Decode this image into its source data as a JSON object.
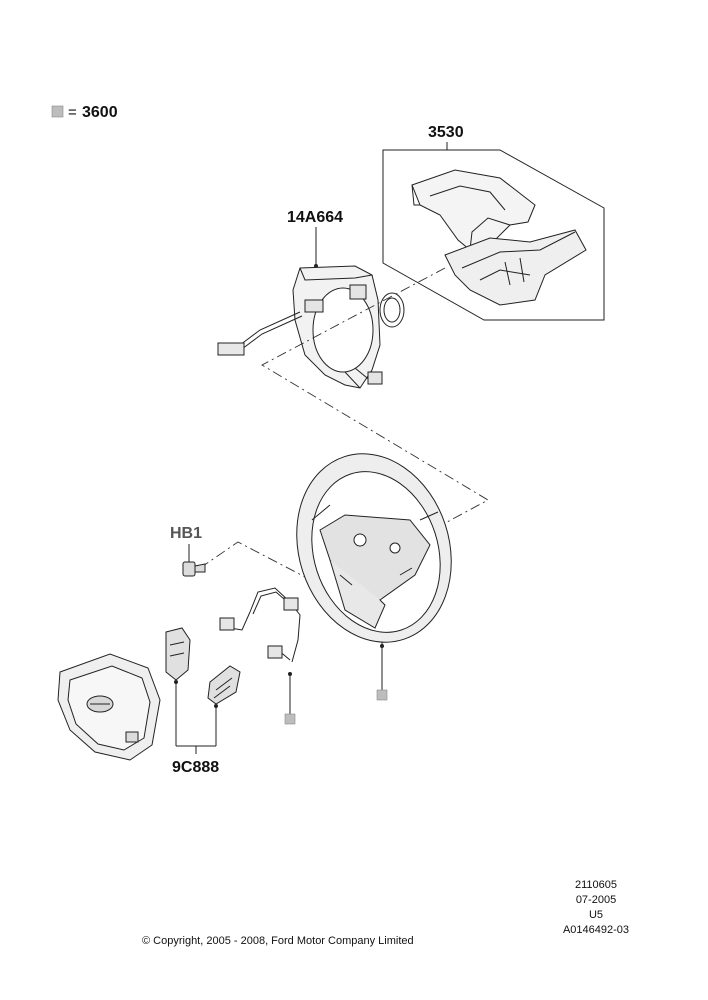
{
  "legend": {
    "equals": "=",
    "code": "3600"
  },
  "callouts": {
    "shroud": "3530",
    "clockspring": "14A664",
    "bolt": "HB1",
    "switches": "9C888"
  },
  "footer": {
    "copyright": "© Copyright, 2005 - 2008, Ford Motor Company Limited",
    "code1": "2110605",
    "date": "07-2005",
    "version": "U5",
    "ref": "A0146492-03"
  },
  "colors": {
    "line": "#222222",
    "grey_marker": "#bdbdbd",
    "part_fill": "#f2f2f2"
  }
}
